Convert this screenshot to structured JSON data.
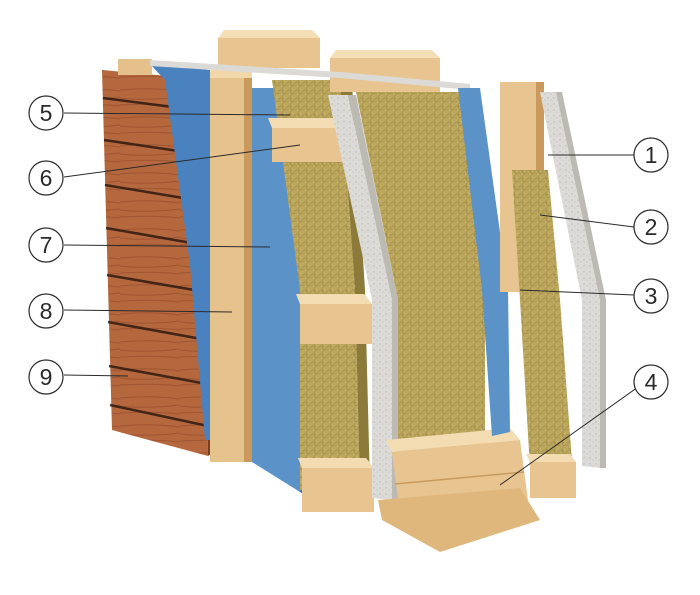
{
  "diagram": {
    "subject": "wall-layers-cutaway",
    "colors": {
      "wood_cladding": "#b5673d",
      "timber": "#e8c590",
      "timber_shade": "#cfa46a",
      "membrane": "#5b93c9",
      "membrane_shade": "#3f78ae",
      "insulation": "#b9a45a",
      "insulation_shade": "#8c7a3a",
      "board": "#dcdad6",
      "board_shade": "#bdbab4",
      "callout_stroke": "#2a2a2a"
    },
    "callouts": [
      {
        "label": "1"
      },
      {
        "label": "2"
      },
      {
        "label": "3"
      },
      {
        "label": "4"
      },
      {
        "label": "5"
      },
      {
        "label": "6"
      },
      {
        "label": "7"
      },
      {
        "label": "8"
      },
      {
        "label": "9"
      }
    ]
  }
}
